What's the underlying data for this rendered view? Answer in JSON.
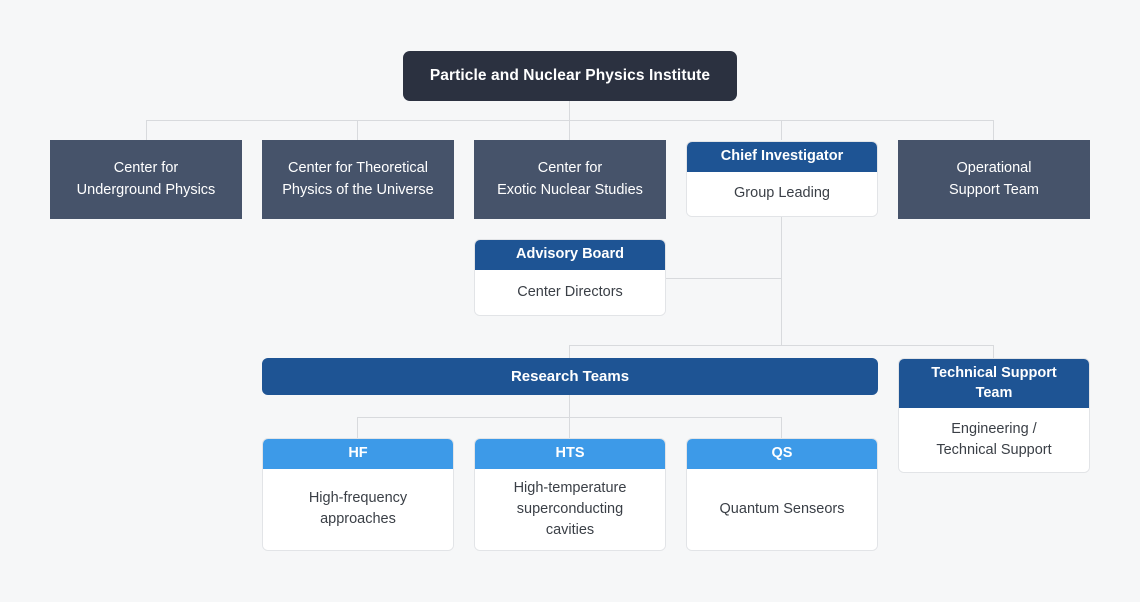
{
  "diagram": {
    "title": "Particle and Nuclear Physics Institute organizational chart",
    "background_color": "#f6f7f8",
    "connector_color": "#d8dadd",
    "palette": {
      "root_navy": "#2b3140",
      "center_slate": "#46536a",
      "card_navy": "#1e5494",
      "leaf_sky": "#3d9ae8",
      "card_body_white": "#ffffff",
      "body_text": "#3a3f46"
    }
  },
  "root": {
    "label": "Particle and Nuclear Physics Institute"
  },
  "centers": [
    {
      "label": "Center for\nUnderground Physics",
      "line1": "Center for",
      "line2": "Underground Physics"
    },
    {
      "label": "Center for Theoretical\nPhysics of the Universe",
      "line1": "Center for Theoretical",
      "line2": "Physics of the Universe"
    },
    {
      "label": "Center for\nExotic Nuclear Studies",
      "line1": "Center for",
      "line2": "Exotic Nuclear Studies"
    },
    {
      "label": "Operational\nSupport Team",
      "line1": "Operational",
      "line2": "Support Team"
    }
  ],
  "chief_investigator": {
    "header": "Chief Investigator",
    "body": "Group Leading"
  },
  "advisory_board": {
    "header": "Advisory Board",
    "body": "Center Directors"
  },
  "research_teams": {
    "label": "Research Teams"
  },
  "technical_support": {
    "header_line1": "Technical Support",
    "header_line2": "Team",
    "body_line1": "Engineering /",
    "body_line2": "Technical Support"
  },
  "teams": [
    {
      "code": "HF",
      "desc_line1": "High-frequency",
      "desc_line2": "approaches",
      "desc_line3": ""
    },
    {
      "code": "HTS",
      "desc_line1": "High-temperature",
      "desc_line2": "superconducting",
      "desc_line3": "cavities"
    },
    {
      "code": "QS",
      "desc_line1": "Quantum Senseors",
      "desc_line2": "",
      "desc_line3": ""
    }
  ]
}
